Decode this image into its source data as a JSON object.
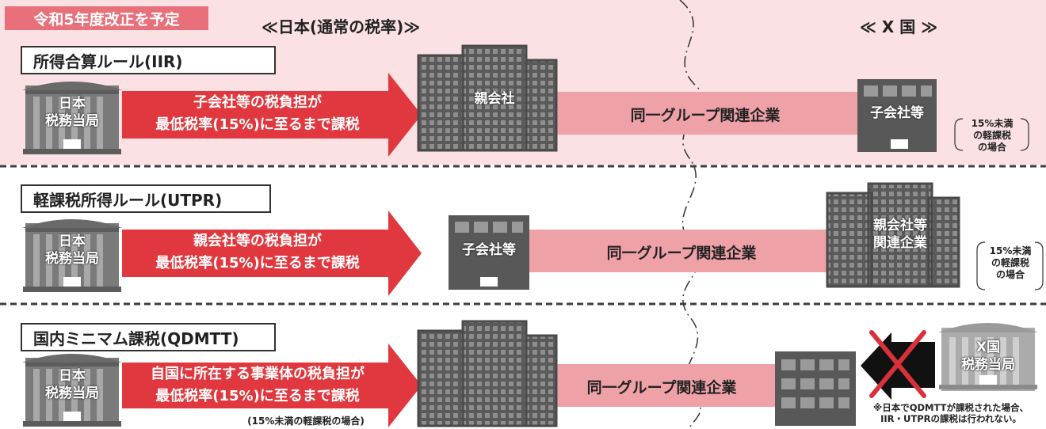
{
  "tag": "令和5年度改正を予定",
  "header_japan": "≪日本(通常の税率)≫",
  "header_xcountry": "≪ X 国 ≫",
  "rules": [
    {
      "title": "所得合算ルール(IIR)",
      "authority": [
        "日本",
        "税務当局"
      ],
      "arrow_line1": "子会社等の税負担が",
      "arrow_line2": "最低税率(15%)に至るまで課税",
      "domestic_entity": "親会社",
      "band": "同一グループ関連企業",
      "foreign_entity": "子会社等",
      "side_note": [
        "15%未満",
        "の軽課税",
        "の場合"
      ]
    },
    {
      "title": "軽課税所得ルール(UTPR)",
      "authority": [
        "日本",
        "税務当局"
      ],
      "arrow_line1": "親会社等の税負担が",
      "arrow_line2": "最低税率(15%)に至るまで課税",
      "domestic_entity": "子会社等",
      "band": "同一グループ関連企業",
      "foreign_entity_line1": "親会社等",
      "foreign_entity_line2": "関連企業",
      "side_note": [
        "15%未満",
        "の軽課税",
        "の場合"
      ]
    },
    {
      "title": "国内ミニマム課税(QDMTT)",
      "authority": [
        "日本",
        "税務当局"
      ],
      "arrow_line1": "自国に所在する事業体の税負担が",
      "arrow_line2": "最低税率(15%)に至るまで課税",
      "arrow_note": "(15%未満の軽課税の場合)",
      "band": "同一グループ関連企業",
      "x_authority": [
        "X国",
        "税務当局"
      ],
      "footnote_line1": "※日本でQDMTTが課税された場合、",
      "footnote_line2": "IIR・UTPRの課税は行われない。"
    }
  ],
  "colors": {
    "top_bg": "#fbe1e3",
    "tag_bg": "#e8707a",
    "arrow_red": "#e0383e",
    "band_pink": "#efa1a8",
    "building_dark": "#585858",
    "building_gray": "#8c8c8c",
    "cross_red": "#d9313a"
  }
}
